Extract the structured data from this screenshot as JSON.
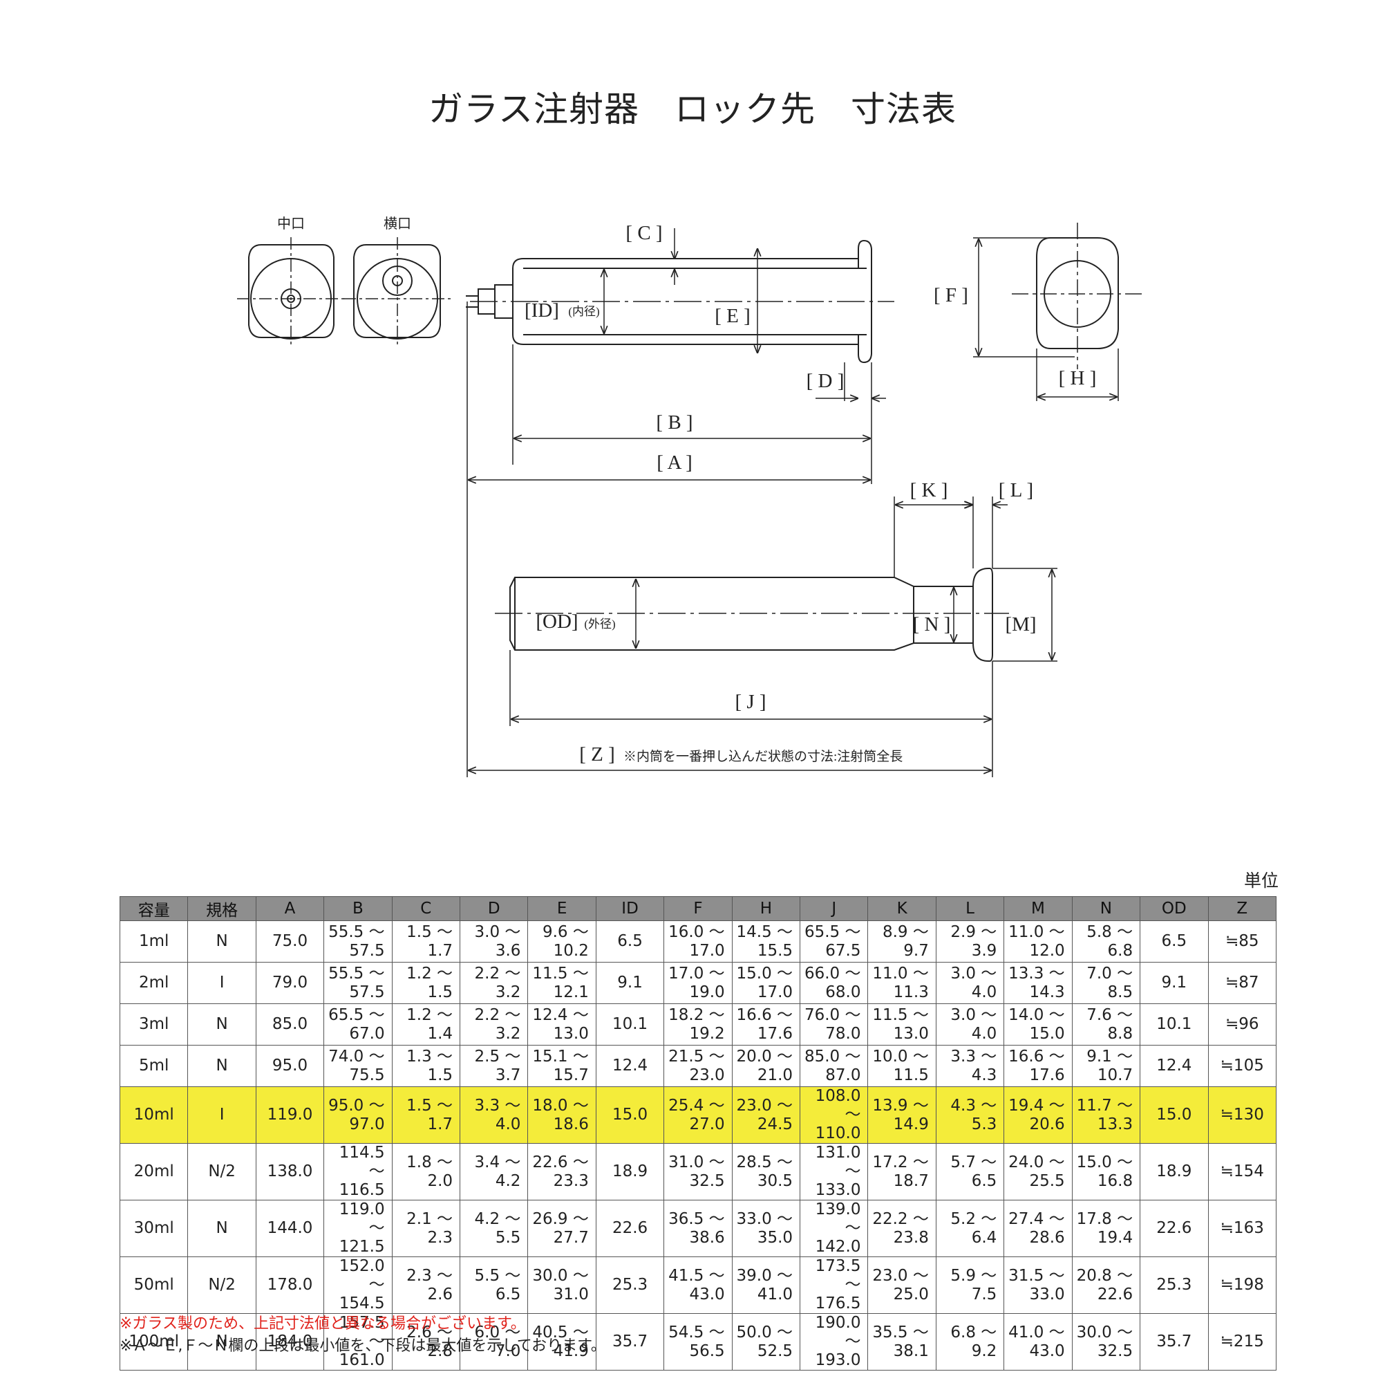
{
  "title": "ガラス注射器　ロック先　寸法表",
  "drawing": {
    "view_labels": {
      "center_port": "中口",
      "side_port": "横口"
    },
    "dimension_labels": {
      "C": "[ C ]",
      "ID": "[ID]",
      "ID_note": "(内径)",
      "E": "[ E ]",
      "F": "[ F ]",
      "D": "[ D ]",
      "H": "[ H ]",
      "B": "[ B ]",
      "A": "[ A ]",
      "K": "[ K ]",
      "L": "[ L ]",
      "OD": "[OD]",
      "OD_note": "(外径)",
      "N": "[ N ]",
      "M": "[M]",
      "J": "[ J ]",
      "Z": "[ Z ]",
      "Z_note": "※内筒を一番押し込んだ状態の寸法:注射筒全長"
    }
  },
  "table": {
    "unit": "単位（mm）",
    "headers": [
      "容量",
      "規格",
      "A",
      "B",
      "C",
      "D",
      "E",
      "ID",
      "F",
      "H",
      "J",
      "K",
      "L",
      "M",
      "N",
      "OD",
      "Z"
    ],
    "rows": [
      {
        "highlight": false,
        "cells": [
          "1ml",
          "N",
          "75.0",
          [
            "55.5 ～",
            "57.5"
          ],
          [
            "1.5 ～",
            "1.7"
          ],
          [
            "3.0 ～",
            "3.6"
          ],
          [
            "9.6 ～",
            "10.2"
          ],
          "6.5",
          [
            "16.0 ～",
            "17.0"
          ],
          [
            "14.5 ～",
            "15.5"
          ],
          [
            "65.5 ～",
            "67.5"
          ],
          [
            "8.9 ～",
            "9.7"
          ],
          [
            "2.9 ～",
            "3.9"
          ],
          [
            "11.0 ～",
            "12.0"
          ],
          [
            "5.8 ～",
            "6.8"
          ],
          "6.5",
          "≒85"
        ]
      },
      {
        "highlight": false,
        "cells": [
          "2ml",
          "I",
          "79.0",
          [
            "55.5 ～",
            "57.5"
          ],
          [
            "1.2 ～",
            "1.5"
          ],
          [
            "2.2 ～",
            "3.2"
          ],
          [
            "11.5 ～",
            "12.1"
          ],
          "9.1",
          [
            "17.0 ～",
            "19.0"
          ],
          [
            "15.0 ～",
            "17.0"
          ],
          [
            "66.0 ～",
            "68.0"
          ],
          [
            "11.0 ～",
            "11.3"
          ],
          [
            "3.0 ～",
            "4.0"
          ],
          [
            "13.3 ～",
            "14.3"
          ],
          [
            "7.0 ～",
            "8.5"
          ],
          "9.1",
          "≒87"
        ]
      },
      {
        "highlight": false,
        "cells": [
          "3ml",
          "N",
          "85.0",
          [
            "65.5 ～",
            "67.0"
          ],
          [
            "1.2 ～",
            "1.4"
          ],
          [
            "2.2 ～",
            "3.2"
          ],
          [
            "12.4 ～",
            "13.0"
          ],
          "10.1",
          [
            "18.2 ～",
            "19.2"
          ],
          [
            "16.6 ～",
            "17.6"
          ],
          [
            "76.0 ～",
            "78.0"
          ],
          [
            "11.5 ～",
            "13.0"
          ],
          [
            "3.0 ～",
            "4.0"
          ],
          [
            "14.0 ～",
            "15.0"
          ],
          [
            "7.6 ～",
            "8.8"
          ],
          "10.1",
          "≒96"
        ]
      },
      {
        "highlight": false,
        "cells": [
          "5ml",
          "N",
          "95.0",
          [
            "74.0 ～",
            "75.5"
          ],
          [
            "1.3 ～",
            "1.5"
          ],
          [
            "2.5 ～",
            "3.7"
          ],
          [
            "15.1 ～",
            "15.7"
          ],
          "12.4",
          [
            "21.5 ～",
            "23.0"
          ],
          [
            "20.0 ～",
            "21.0"
          ],
          [
            "85.0 ～",
            "87.0"
          ],
          [
            "10.0 ～",
            "11.5"
          ],
          [
            "3.3 ～",
            "4.3"
          ],
          [
            "16.6 ～",
            "17.6"
          ],
          [
            "9.1 ～",
            "10.7"
          ],
          "12.4",
          "≒105"
        ]
      },
      {
        "highlight": true,
        "cells": [
          "10ml",
          "I",
          "119.0",
          [
            "95.0 ～",
            "97.0"
          ],
          [
            "1.5 ～",
            "1.7"
          ],
          [
            "3.3 ～",
            "4.0"
          ],
          [
            "18.0 ～",
            "18.6"
          ],
          "15.0",
          [
            "25.4 ～",
            "27.0"
          ],
          [
            "23.0 ～",
            "24.5"
          ],
          [
            "108.0 ～",
            "110.0"
          ],
          [
            "13.9 ～",
            "14.9"
          ],
          [
            "4.3 ～",
            "5.3"
          ],
          [
            "19.4 ～",
            "20.6"
          ],
          [
            "11.7 ～",
            "13.3"
          ],
          "15.0",
          "≒130"
        ]
      },
      {
        "highlight": false,
        "cells": [
          "20ml",
          "N/2",
          "138.0",
          [
            "114.5 ～",
            "116.5"
          ],
          [
            "1.8 ～",
            "2.0"
          ],
          [
            "3.4 ～",
            "4.2"
          ],
          [
            "22.6 ～",
            "23.3"
          ],
          "18.9",
          [
            "31.0 ～",
            "32.5"
          ],
          [
            "28.5 ～",
            "30.5"
          ],
          [
            "131.0 ～",
            "133.0"
          ],
          [
            "17.2 ～",
            "18.7"
          ],
          [
            "5.7 ～",
            "6.5"
          ],
          [
            "24.0 ～",
            "25.5"
          ],
          [
            "15.0 ～",
            "16.8"
          ],
          "18.9",
          "≒154"
        ]
      },
      {
        "highlight": false,
        "cells": [
          "30ml",
          "N",
          "144.0",
          [
            "119.0 ～",
            "121.5"
          ],
          [
            "2.1 ～",
            "2.3"
          ],
          [
            "4.2 ～",
            "5.5"
          ],
          [
            "26.9 ～",
            "27.7"
          ],
          "22.6",
          [
            "36.5 ～",
            "38.6"
          ],
          [
            "33.0 ～",
            "35.0"
          ],
          [
            "139.0 ～",
            "142.0"
          ],
          [
            "22.2 ～",
            "23.8"
          ],
          [
            "5.2 ～",
            "6.4"
          ],
          [
            "27.4 ～",
            "28.6"
          ],
          [
            "17.8 ～",
            "19.4"
          ],
          "22.6",
          "≒163"
        ]
      },
      {
        "highlight": false,
        "cells": [
          "50ml",
          "N/2",
          "178.0",
          [
            "152.0 ～",
            "154.5"
          ],
          [
            "2.3 ～",
            "2.6"
          ],
          [
            "5.5 ～",
            "6.5"
          ],
          [
            "30.0 ～",
            "31.0"
          ],
          "25.3",
          [
            "41.5 ～",
            "43.0"
          ],
          [
            "39.0 ～",
            "41.0"
          ],
          [
            "173.5 ～",
            "176.5"
          ],
          [
            "23.0 ～",
            "25.0"
          ],
          [
            "5.9 ～",
            "7.5"
          ],
          [
            "31.5 ～",
            "33.0"
          ],
          [
            "20.8 ～",
            "22.6"
          ],
          "25.3",
          "≒198"
        ]
      },
      {
        "highlight": false,
        "cells": [
          "100ml",
          "N",
          "184.0",
          [
            "157.5 ～",
            "161.0"
          ],
          [
            "2.6 ～",
            "2.8"
          ],
          [
            "6.0 ～",
            "7.0"
          ],
          [
            "40.5 ～",
            "41.9"
          ],
          "35.7",
          [
            "54.5 ～",
            "56.5"
          ],
          [
            "50.0 ～",
            "52.5"
          ],
          [
            "190.0 ～",
            "193.0"
          ],
          [
            "35.5 ～",
            "38.1"
          ],
          [
            "6.8 ～",
            "9.2"
          ],
          [
            "41.0 ～",
            "43.0"
          ],
          [
            "30.0 ～",
            "32.5"
          ],
          "35.7",
          "≒215"
        ]
      }
    ]
  },
  "notes": {
    "note_1": "※ガラス製のため、上記寸法値と異なる場合がございます。",
    "note_2": "※Ａ～Ｅ,Ｆ～Ｎ欄の上段は最小値を、下段は最大値を示しております。"
  },
  "colors": {
    "highlight_row": "#f4ec3a",
    "header_bg": "#8e8e8e",
    "warning_text": "#e0221b"
  }
}
